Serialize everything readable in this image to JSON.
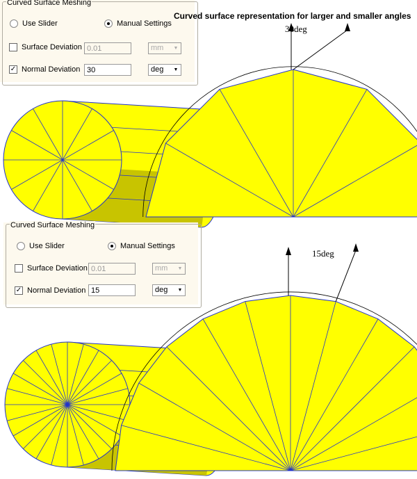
{
  "title": "Curved surface representation for larger and smaller angles",
  "panels": [
    {
      "legend": "Curved Surface Meshing",
      "use_slider": "Use Slider",
      "manual": "Manual Settings",
      "selected_mode": "Manual Settings",
      "surface_deviation": {
        "label": "Surface Deviation",
        "checked": false,
        "value": "0.01",
        "unit": "mm"
      },
      "normal_deviation": {
        "label": "Normal Deviation",
        "checked": true,
        "value": "30",
        "unit": "deg"
      }
    },
    {
      "legend": "Curved Surface Meshing",
      "use_slider": "Use Slider",
      "manual": "Manual Settings",
      "selected_mode": "Manual Settings",
      "surface_deviation": {
        "label": "Surface Deviation",
        "checked": false,
        "value": "0.01",
        "unit": "mm"
      },
      "normal_deviation": {
        "label": "Normal Deviation",
        "checked": true,
        "value": "15",
        "unit": "deg"
      }
    }
  ],
  "angle_labels": [
    "30deg",
    "15deg"
  ],
  "colors": {
    "mesh_fill": "#ffff00",
    "shaded_fill": "#c8c400",
    "edges": "#2233cc"
  }
}
